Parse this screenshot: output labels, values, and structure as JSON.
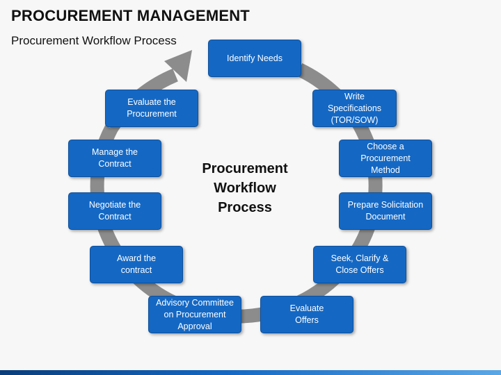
{
  "title": "PROCUREMENT MANAGEMENT",
  "subtitle": "Procurement Workflow Process",
  "center_text": "Procurement\nWorkflow\nProcess",
  "colors": {
    "box_fill": "#1468c4",
    "box_border": "#0d4f9a",
    "ring": "#8c8c8c",
    "bar_dark": "#0a3d7a",
    "bar_light": "#5aa7e6"
  },
  "steps": [
    {
      "label": "Identify Needs"
    },
    {
      "label": "Write\nSpecifications\n(TOR/SOW)"
    },
    {
      "label": "Choose a\nProcurement\nMethod"
    },
    {
      "label": "Prepare Solicitation\nDocument"
    },
    {
      "label": "Seek, Clarify &\nClose Offers"
    },
    {
      "label": "Evaluate\nOffers"
    },
    {
      "label": "Advisory Committee\non Procurement\nApproval"
    },
    {
      "label": "Award the\ncontract"
    },
    {
      "label": "Negotiate the\nContract"
    },
    {
      "label": "Manage the\nContract"
    },
    {
      "label": "Evaluate the\nProcurement"
    }
  ]
}
